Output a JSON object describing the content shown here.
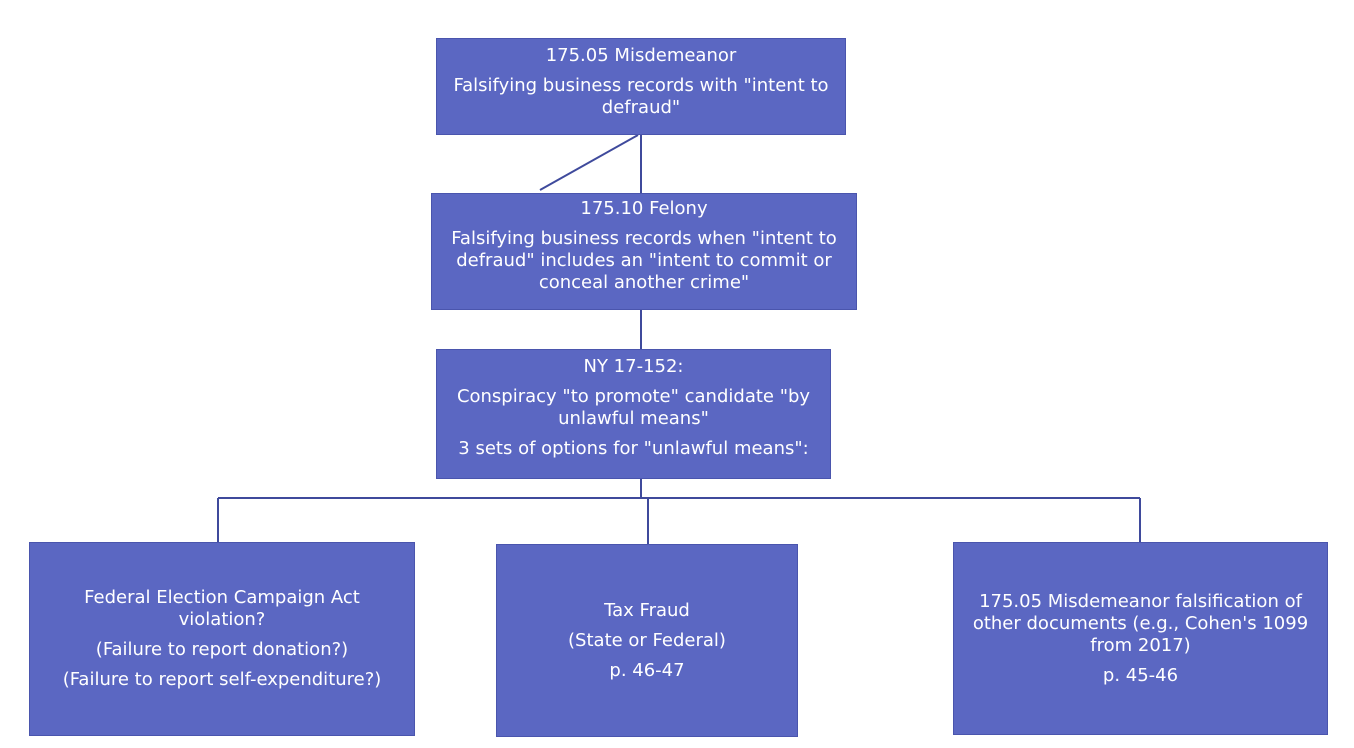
{
  "diagram": {
    "top_box": {
      "title": "175.05 Misdemeanor",
      "line1": "Falsifying business records with \"intent to",
      "line2": "defraud\""
    },
    "felony_box": {
      "title": "175.10 Felony",
      "line1": "Falsifying business records when \"intent to",
      "line2": "defraud\" includes an \"intent to commit or",
      "line3": "conceal another crime\""
    },
    "ny_box": {
      "title": "NY 17-152:",
      "line1": "Conspiracy \"to promote\" candidate \"by",
      "line2": "unlawful means\"",
      "line3": "3 sets of options for \"unlawful means\":"
    },
    "feca_box": {
      "line1": "Federal Election Campaign Act",
      "line2": "violation?",
      "line3": "(Failure to report donation?)",
      "line4": "(Failure to report self-expenditure?)"
    },
    "tax_box": {
      "line1": "Tax Fraud",
      "line2": "(State or Federal)",
      "line3": "p. 46-47"
    },
    "other_box": {
      "line1": "175.05 Misdemeanor falsification of",
      "line2": "other documents (e.g., Cohen's 1099",
      "line3": "from 2017)",
      "line4": "p. 45-46"
    }
  },
  "colors": {
    "box_fill": "#5b67c2",
    "box_text": "#ffffff",
    "connector": "#3f4a9c"
  }
}
